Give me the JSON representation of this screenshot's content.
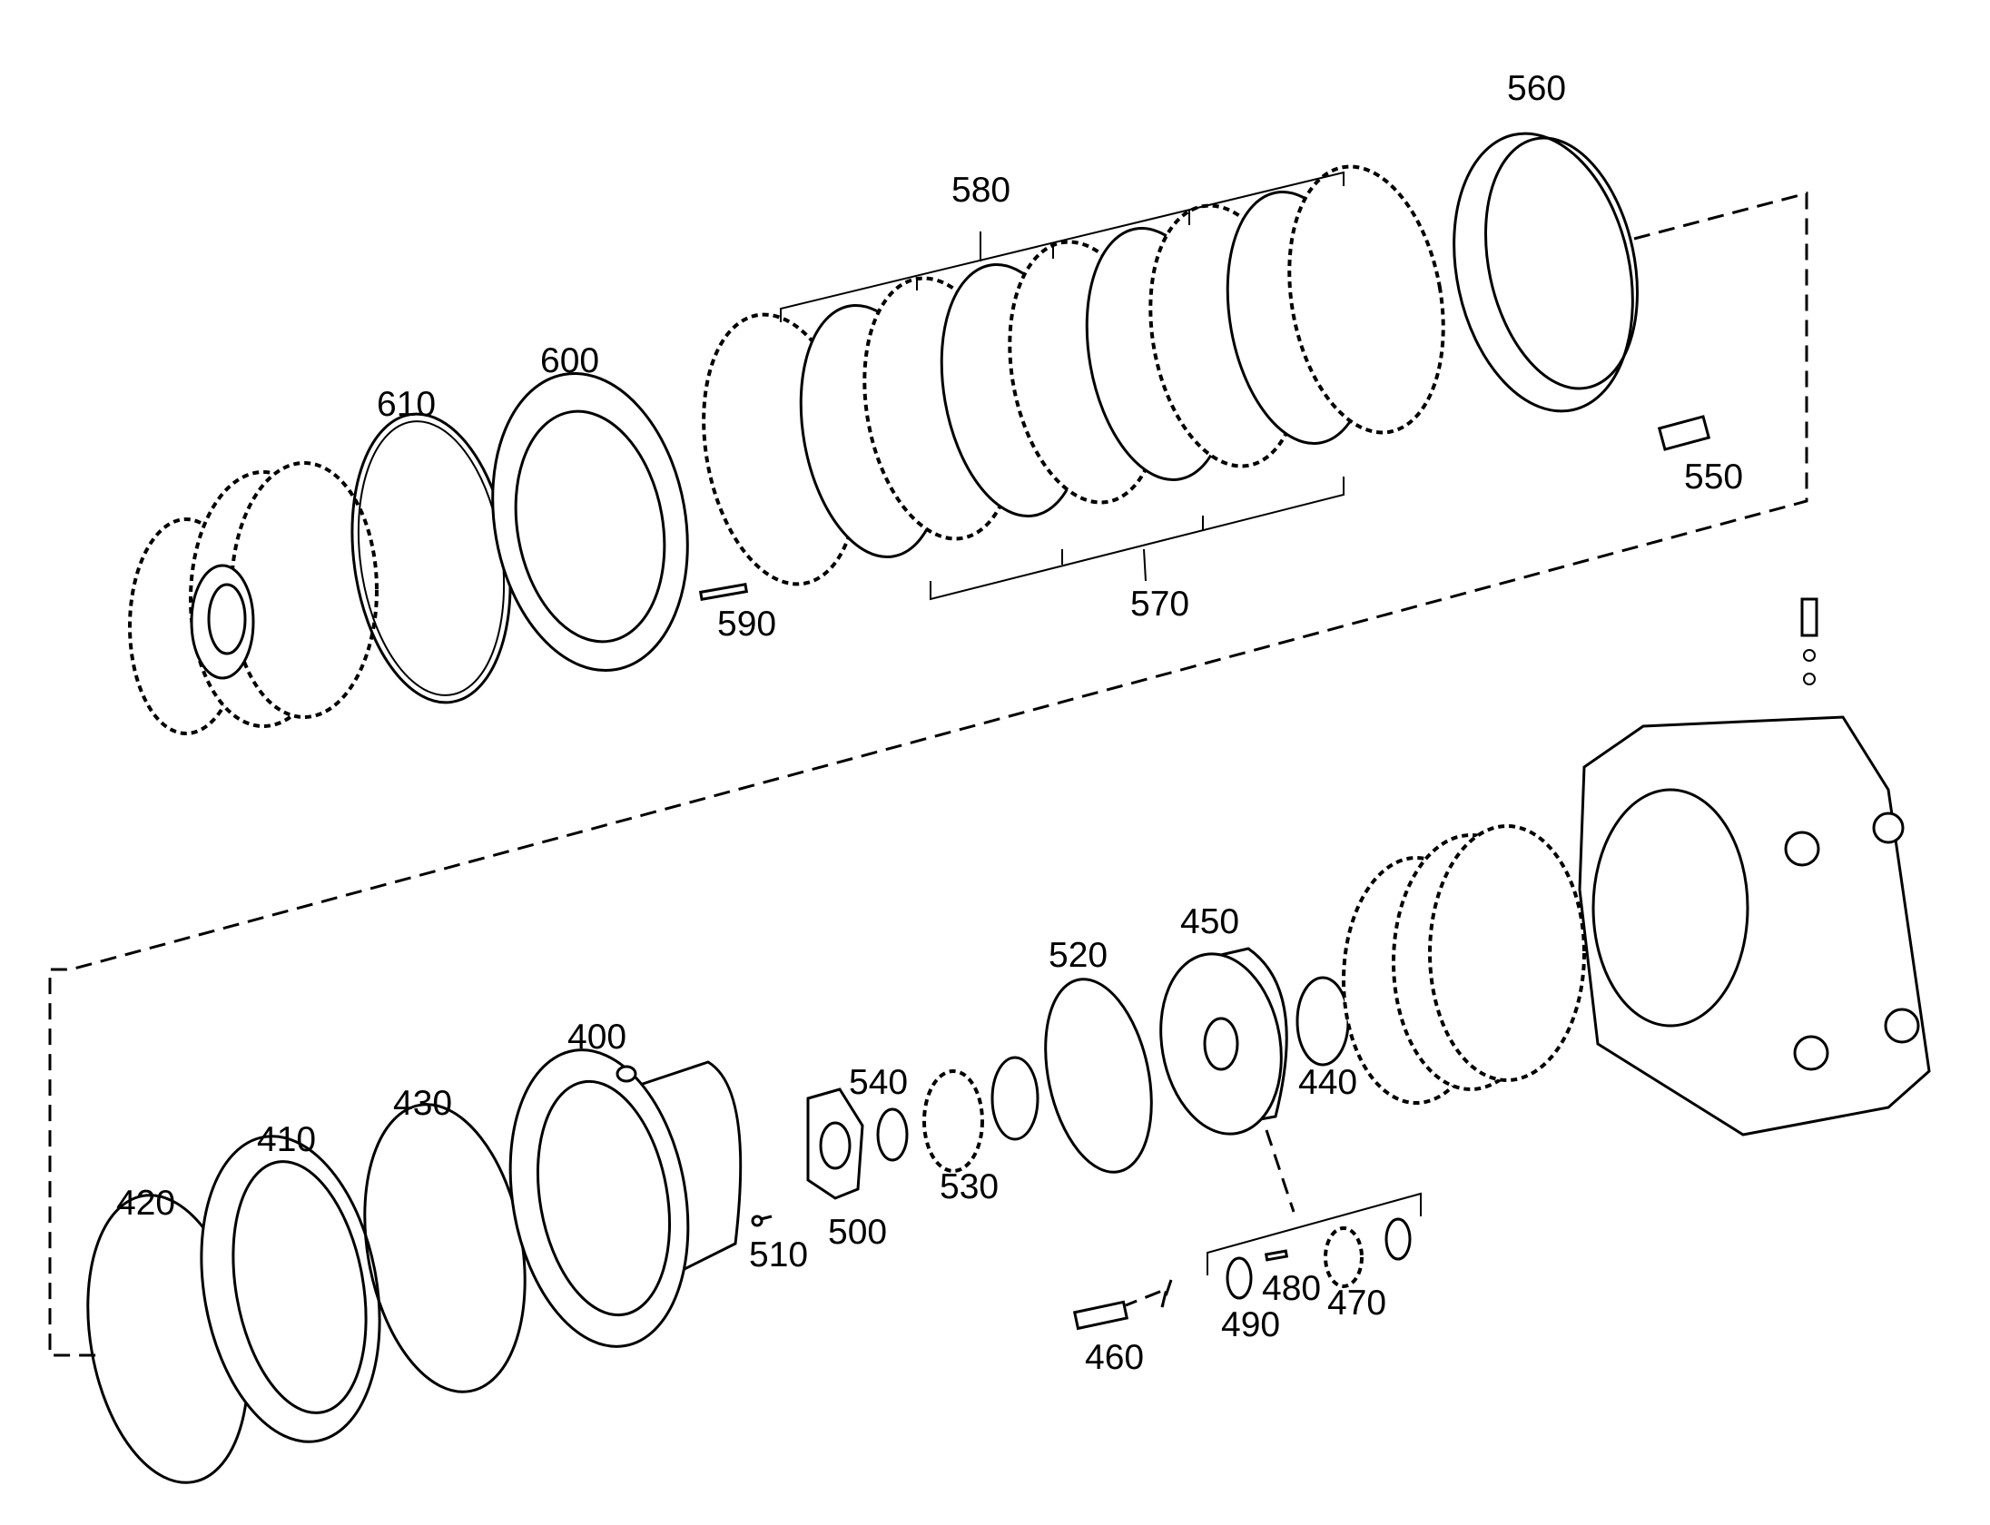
{
  "diagram": {
    "type": "exploded-parts-drawing",
    "part_labels": {
      "p560": "560",
      "p580": "580",
      "p600": "600",
      "p610": "610",
      "p550": "550",
      "p570": "570",
      "p590": "590",
      "p450": "450",
      "p520": "520",
      "p400": "400",
      "p540": "540",
      "p440": "440",
      "p430": "430",
      "p410": "410",
      "p530": "530",
      "p420": "420",
      "p500": "500",
      "p510": "510",
      "p480": "480",
      "p470": "470",
      "p490": "490",
      "p460": "460"
    }
  }
}
